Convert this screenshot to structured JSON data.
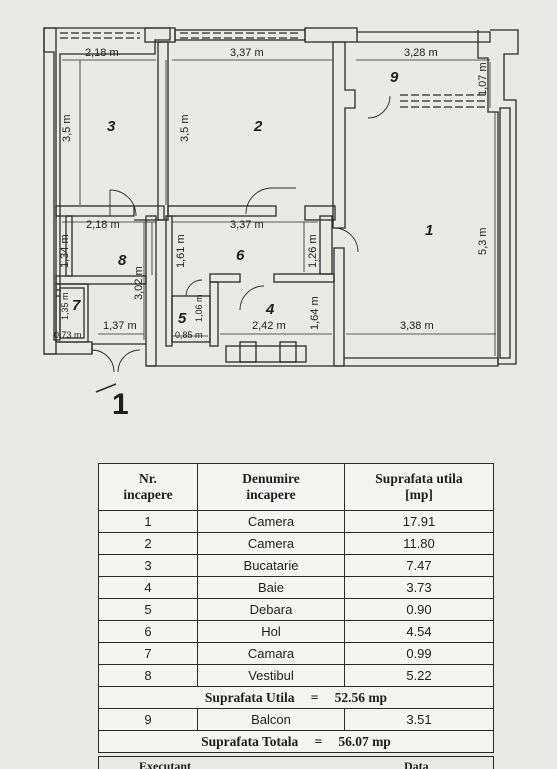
{
  "plan": {
    "dims": {
      "r3_width": "2,18 m",
      "r2_width": "3,37 m",
      "r9_width": "3,28 m",
      "r9_depth": "1,07 m",
      "r3_height": "3,5 m",
      "r2_height": "3,5 m",
      "r8_width": "2,18 m",
      "r6_width": "3,37 m",
      "r8_height_a": "1,34 m",
      "r6_height_a": "1,61 m",
      "r8_height_b": "3,02 m",
      "r6_height_b": "1,26 m",
      "r1_height": "5,3 m",
      "r7_height": "1,35 m",
      "r7_width": "0,73 m",
      "r8_bottom_width": "1,37 m",
      "r5_height": "1,06 m",
      "r5_width": "0,85 m",
      "r4_width": "2,42 m",
      "r4_height": "1,64 m",
      "r1_width": "3,38 m"
    },
    "rooms": {
      "r1": "1",
      "r2": "2",
      "r3": "3",
      "r4": "4",
      "r5": "5",
      "r6": "6",
      "r7": "7",
      "r8": "8",
      "r9": "9"
    },
    "north_mark": "1"
  },
  "table": {
    "headers": {
      "nr": [
        "Nr.",
        "incapere"
      ],
      "name": [
        "Denumire",
        "incapere"
      ],
      "area": [
        "Suprafata utila",
        "[mp]"
      ]
    },
    "rows": [
      {
        "nr": "1",
        "name": "Camera",
        "area": "17.91"
      },
      {
        "nr": "2",
        "name": "Camera",
        "area": "11.80"
      },
      {
        "nr": "3",
        "name": "Bucatarie",
        "area": "7.47"
      },
      {
        "nr": "4",
        "name": "Baie",
        "area": "3.73"
      },
      {
        "nr": "5",
        "name": "Debara",
        "area": "0.90"
      },
      {
        "nr": "6",
        "name": "Hol",
        "area": "4.54"
      },
      {
        "nr": "7",
        "name": "Camara",
        "area": "0.99"
      },
      {
        "nr": "8",
        "name": "Vestibul",
        "area": "5.22"
      }
    ],
    "useful": {
      "label": "Suprafata Utila",
      "eq": "=",
      "value": "52.56 mp"
    },
    "balcony": {
      "nr": "9",
      "name": "Balcon",
      "area": "3.51"
    },
    "total": {
      "label": "Suprafata Totala",
      "eq": "=",
      "value": "56.07 mp"
    },
    "cut_labels": {
      "left": "Executant",
      "right": "Data"
    }
  }
}
